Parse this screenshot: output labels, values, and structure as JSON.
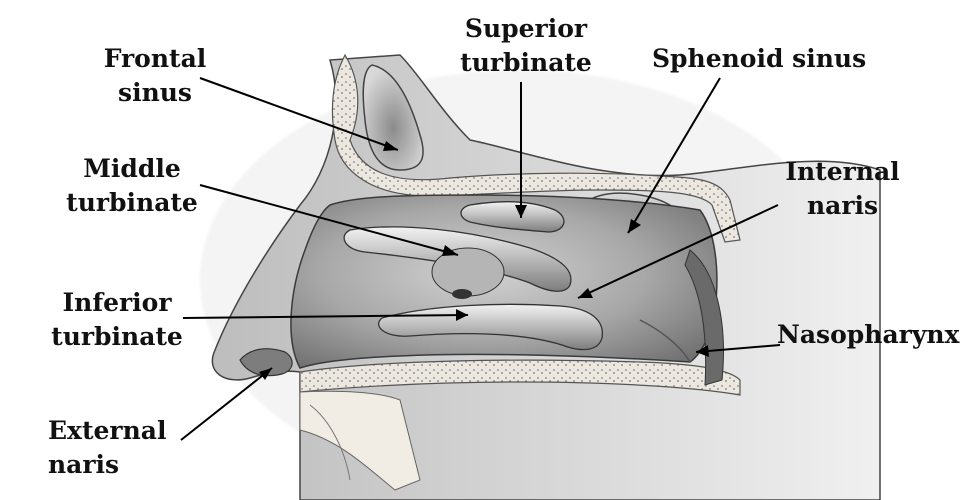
{
  "labels": {
    "frontal_sinus": [
      "Frontal",
      "sinus"
    ],
    "superior_turbinate": [
      "Superior",
      "turbinate"
    ],
    "sphenoid_sinus": [
      "Sphenoid sinus"
    ],
    "middle_turbinate": [
      "Middle",
      "turbinate"
    ],
    "internal_naris": [
      "Internal",
      "naris"
    ],
    "inferior_turbinate": [
      "Inferior",
      "turbinate"
    ],
    "nasopharynx": [
      "Nasopharynx"
    ],
    "external_naris": [
      "External",
      "naris"
    ]
  },
  "colors": {
    "label_text": "#111111",
    "leader_line": "#000000",
    "tissue_dark": "#6e6e6e",
    "tissue_mid": "#9c9c9c",
    "tissue_light": "#d9d9d9",
    "bone_fill": "#e9e4dc"
  }
}
